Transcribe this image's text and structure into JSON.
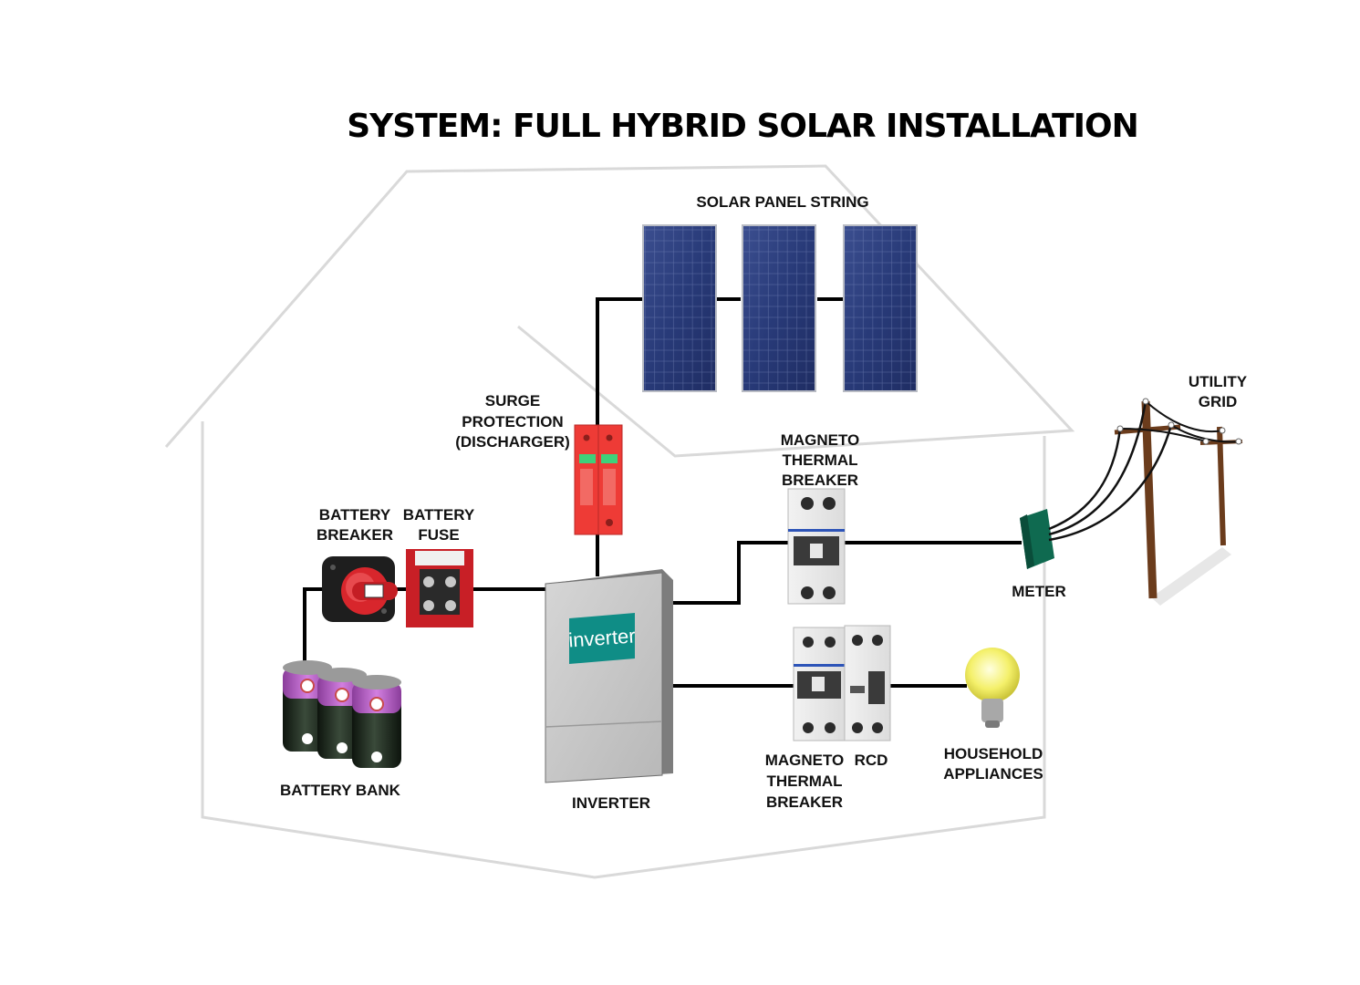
{
  "title": "SYSTEM: FULL HYBRID SOLAR INSTALLATION",
  "labels": {
    "solar_panel_string": "SOLAR PANEL STRING",
    "surge_protection": [
      "SURGE",
      "PROTECTION",
      "(DISCHARGER)"
    ],
    "battery_breaker": [
      "BATTERY",
      "BREAKER"
    ],
    "battery_fuse": [
      "BATTERY",
      "FUSE"
    ],
    "battery_bank": "BATTERY BANK",
    "inverter": "INVERTER",
    "inverter_screen": "inverter",
    "magneto_thermal_breaker_top": [
      "MAGNETO",
      "THERMAL",
      "BREAKER"
    ],
    "magneto_thermal_breaker_bottom": [
      "MAGNETO",
      "THERMAL",
      "BREAKER"
    ],
    "rcd": "RCD",
    "meter": "METER",
    "utility_grid": [
      "UTILITY",
      "GRID"
    ],
    "household_appliances": [
      "HOUSEHOLD",
      "APPLIANCES"
    ]
  },
  "colors": {
    "wire": "#000000",
    "house_outline": "#d9d9d9",
    "solar_panel": "#2b3a73",
    "surge_protector": "#ee3b36",
    "inverter_screen": "#0f8d86",
    "meter": "#0f6a50",
    "battery_body": "#1e2a1e",
    "battery_cap": "#b85cc8",
    "breaker_knob": "#d8262c",
    "pole": "#6b3c1c",
    "bulb": "#f7f36a"
  }
}
